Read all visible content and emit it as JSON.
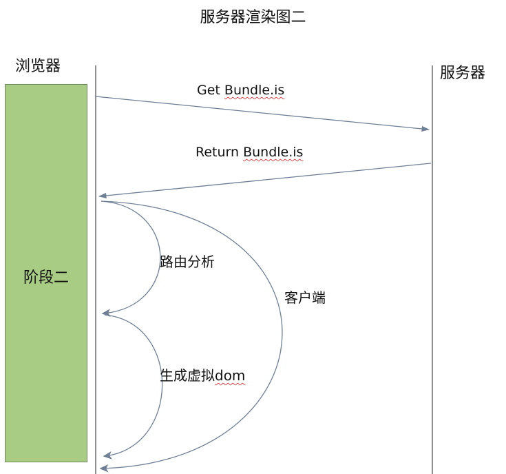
{
  "title": "服务器渲染图二",
  "actors": {
    "browser": "浏览器",
    "server": "服务器"
  },
  "stage": "阶段二",
  "messages": {
    "get": {
      "prefix": "Get ",
      "file": "Bundle.is"
    },
    "ret": {
      "prefix": "Return ",
      "file": "Bundle.is"
    }
  },
  "steps": {
    "route": "路由分析",
    "vdom_prefix": "生成虚拟",
    "vdom_word": "dom",
    "client": "客户端"
  },
  "colors": {
    "stage_fill": "#a8cc84",
    "arrow": "#6e7f96",
    "lifeline": "#555555"
  }
}
